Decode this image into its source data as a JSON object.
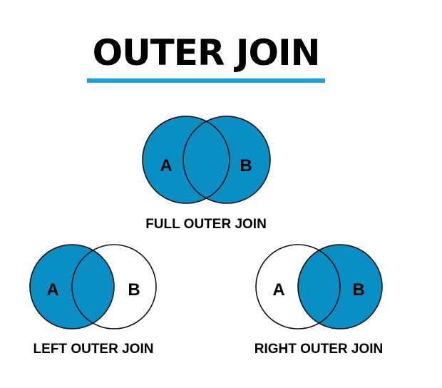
{
  "title": "OUTER JOIN",
  "colors": {
    "fill": "#0a8fc5",
    "stroke": "#111111",
    "accent_line": "#199fd9",
    "empty": "#ffffff"
  },
  "venns": [
    {
      "caption": "FULL OUTER JOIN",
      "left_label": "A",
      "right_label": "B",
      "fill_left": true,
      "fill_right": true
    },
    {
      "caption": "LEFT OUTER JOIN",
      "left_label": "A",
      "right_label": "B",
      "fill_left": true,
      "fill_right": false
    },
    {
      "caption": "RIGHT OUTER JOIN",
      "left_label": "A",
      "right_label": "B",
      "fill_left": false,
      "fill_right": true
    }
  ]
}
